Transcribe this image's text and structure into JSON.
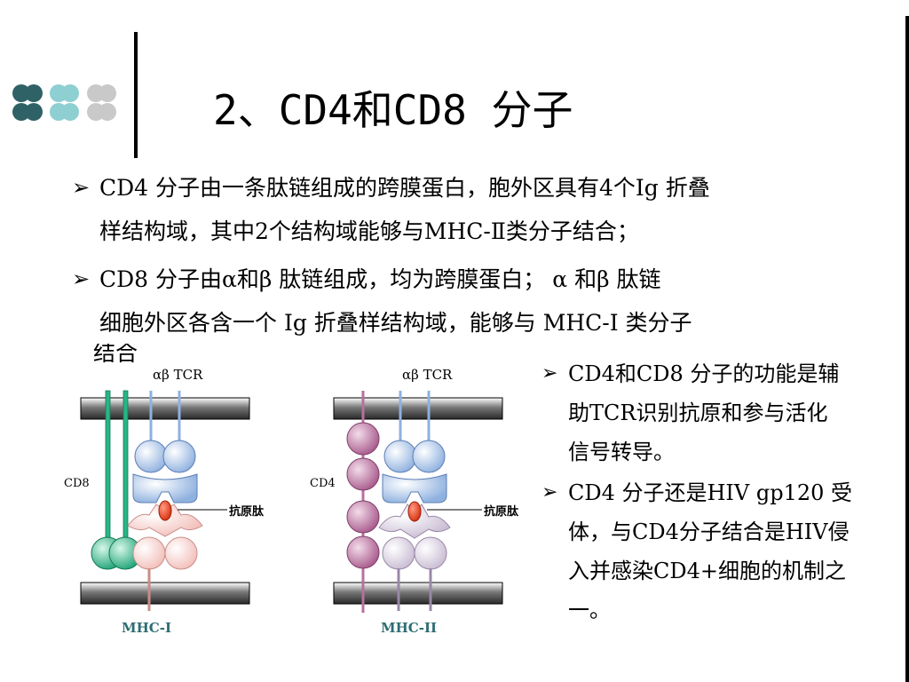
{
  "title": "2、CD4和CD8 分子",
  "bullets_main": [
    {
      "lines": [
        "CD4 分子由一条肽链组成的跨膜蛋白，胞外区具有4个Ig 折叠",
        "样结构域，其中2个结构域能够与MHC-Ⅱ类分子结合；"
      ]
    },
    {
      "lines": [
        "CD8 分子由α和β 肽链组成，均为跨膜蛋白； α 和β 肽链",
        "细胞外区各含一个 Ig 折叠样结构域，能够与 MHC-I 类分子",
        "结合"
      ]
    }
  ],
  "bullets_side": [
    {
      "lines": [
        "CD4和CD8 分子的功能是辅",
        "助TCR识别抗原和参与活化",
        "信号转导。"
      ]
    },
    {
      "lines": [
        "CD4 分子还是HIV gp120 受",
        "体，与CD4分子结合是HIV侵",
        "入并感染CD4+细胞的机制之",
        "一。"
      ]
    }
  ],
  "arrow_glyph": "➢",
  "figure": {
    "left_panel": {
      "tcr_label": "αβ TCR",
      "coreceptor_label": "CD8",
      "peptide_label": "抗原肽",
      "mhc_label": "MHC-I"
    },
    "right_panel": {
      "tcr_label": "αβ TCR",
      "coreceptor_label": "CD4",
      "peptide_label": "抗原肽",
      "mhc_label": "MHC-II"
    }
  },
  "colors": {
    "dot_dark": "#2f6266",
    "dot_teal": "#8ecfd2",
    "dot_gray": "#c9c9c9",
    "cd8_green": "#2bb486",
    "cd4_purple": "#b96f9f",
    "tcr_blue": "#8fb1df",
    "mhc1_pink": "#f3c8c4",
    "mhc2_lilac": "#d2c5d9",
    "peptide_red": "#e1391e",
    "mhc_label_teal": "#2d6c73"
  }
}
